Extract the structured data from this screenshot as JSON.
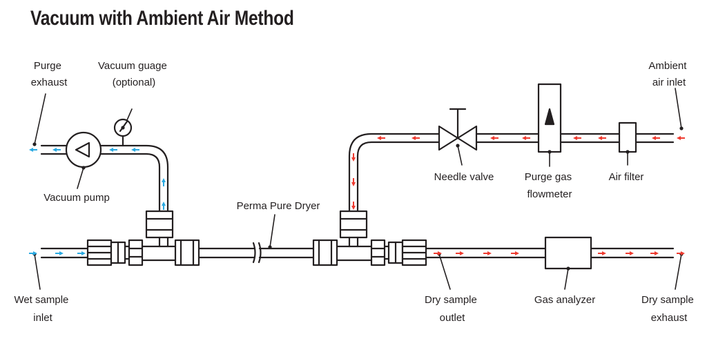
{
  "title": "Vacuum with Ambient Air Method",
  "labels": {
    "purge_exhaust": [
      "Purge",
      "exhaust"
    ],
    "vacuum_gauge": [
      "Vacuum guage",
      "(optional)"
    ],
    "vacuum_pump": "Vacuum pump",
    "ambient_air_inlet": [
      "Ambient",
      "air inlet"
    ],
    "needle_valve": "Needle valve",
    "purge_gas_flowmeter": [
      "Purge gas",
      "flowmeter"
    ],
    "air_filter": "Air filter",
    "perma_pure_dryer": "Perma Pure Dryer",
    "wet_sample_inlet": [
      "Wet sample",
      "inlet"
    ],
    "dry_sample_outlet": [
      "Dry sample",
      "outlet"
    ],
    "gas_analyzer": "Gas analyzer",
    "dry_sample_exhaust": [
      "Dry sample",
      "exhaust"
    ]
  },
  "colors": {
    "line": "#231f20",
    "wet_flow": "#29a9e1",
    "dry_flow": "#ee3a2f"
  }
}
